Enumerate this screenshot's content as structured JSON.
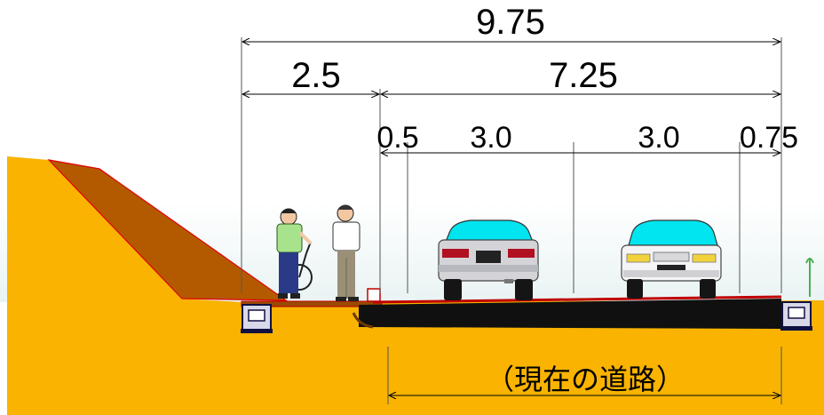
{
  "dimensions": {
    "total": "9.75",
    "sidewalk": "2.5",
    "roadway": "7.25",
    "shoulder_left": "0.5",
    "lane_left": "3.0",
    "lane_right": "3.0",
    "shoulder_right": "0.75"
  },
  "bottom_label": "（現在の道路）",
  "colors": {
    "ground": "#f9b300",
    "slope": "#b35a00",
    "slope_edge": "#e00000",
    "pavement": "#101010",
    "pavement_top": "#c00000",
    "car_glass": "#00e5ef",
    "sky_fade": "#eef5f5"
  }
}
